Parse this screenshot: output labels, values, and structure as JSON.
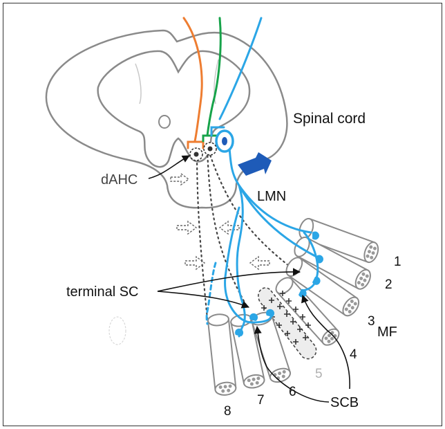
{
  "labels": {
    "spinal_cord": "Spinal cord",
    "dahc": "dAHC",
    "lmn": "LMN",
    "terminal_sc": "terminal SC",
    "mf": "MF",
    "scb": "SCB",
    "fiber_numbers": [
      "1",
      "2",
      "3",
      "4",
      "5",
      "6",
      "7",
      "8"
    ]
  },
  "colors": {
    "outline": "#8a8a8a",
    "neuron_orange": "#ee7d31",
    "neuron_green": "#17a34a",
    "neuron_blue": "#2ba6e6",
    "arrow_blue": "#1e5bb8",
    "dashed": "#444444",
    "faded_number": "#b0b0b0"
  }
}
